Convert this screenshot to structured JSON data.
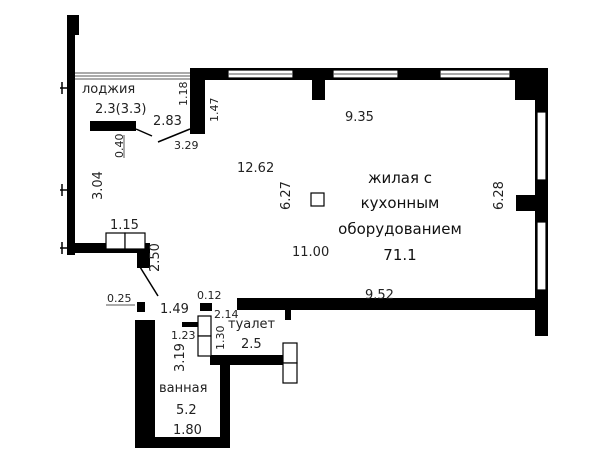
{
  "rooms": {
    "loggia": {
      "name": "лоджия",
      "area": "2.3(3.3)"
    },
    "living": {
      "name_line1": "жилая с",
      "name_line2": "кухонным",
      "name_line3": "оборудованием",
      "area": "71.1"
    },
    "toilet": {
      "name": "туалет",
      "area": "2.5"
    },
    "bathroom": {
      "name": "ванная",
      "area": "5.2"
    }
  },
  "dimensions": {
    "d118": "1.18",
    "d147": "1.47",
    "d283": "2.83",
    "d329": "3.29",
    "d040": "0.40",
    "d935": "9.35",
    "d1262": "12.62",
    "d627": "6.27",
    "d628": "6.28",
    "d304": "3.04",
    "d115": "1.15",
    "d250": "2.50",
    "d1100": "11.00",
    "d952": "9.52",
    "d025": "0.25",
    "d149": "1.49",
    "d012": "0.12",
    "d214": "2.14",
    "d123": "1.23",
    "d130": "1.30",
    "d319": "3.19",
    "d180": "1.80"
  },
  "colors": {
    "wall": "#000000",
    "background": "#ffffff"
  }
}
